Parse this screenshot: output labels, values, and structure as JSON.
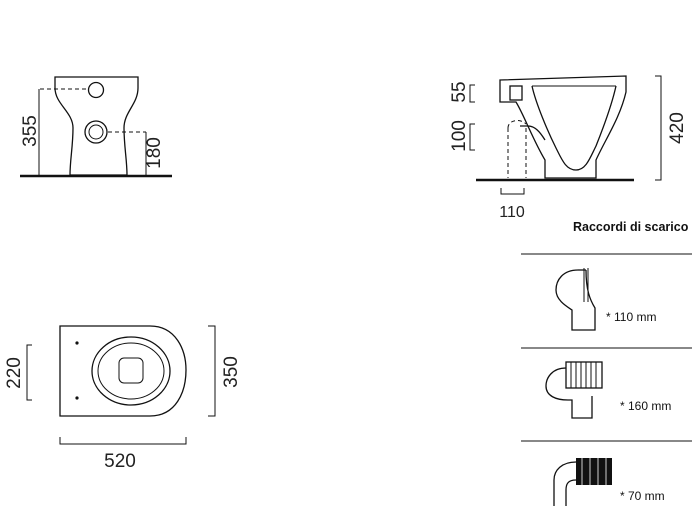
{
  "front_view": {
    "height_label": "355",
    "outlet_height_label": "180"
  },
  "side_view": {
    "top_label": "55",
    "mid_label": "100",
    "height_label": "420",
    "outlet_label": "110"
  },
  "plan_view": {
    "width_label": "520",
    "depth_label": "350",
    "fix_label": "220"
  },
  "fittings": {
    "title": "Raccordi di scarico",
    "items": [
      {
        "label": "110 mm",
        "marker": "*"
      },
      {
        "label": "160 mm",
        "marker": "*"
      },
      {
        "label": "70 mm",
        "marker": "*"
      }
    ]
  }
}
